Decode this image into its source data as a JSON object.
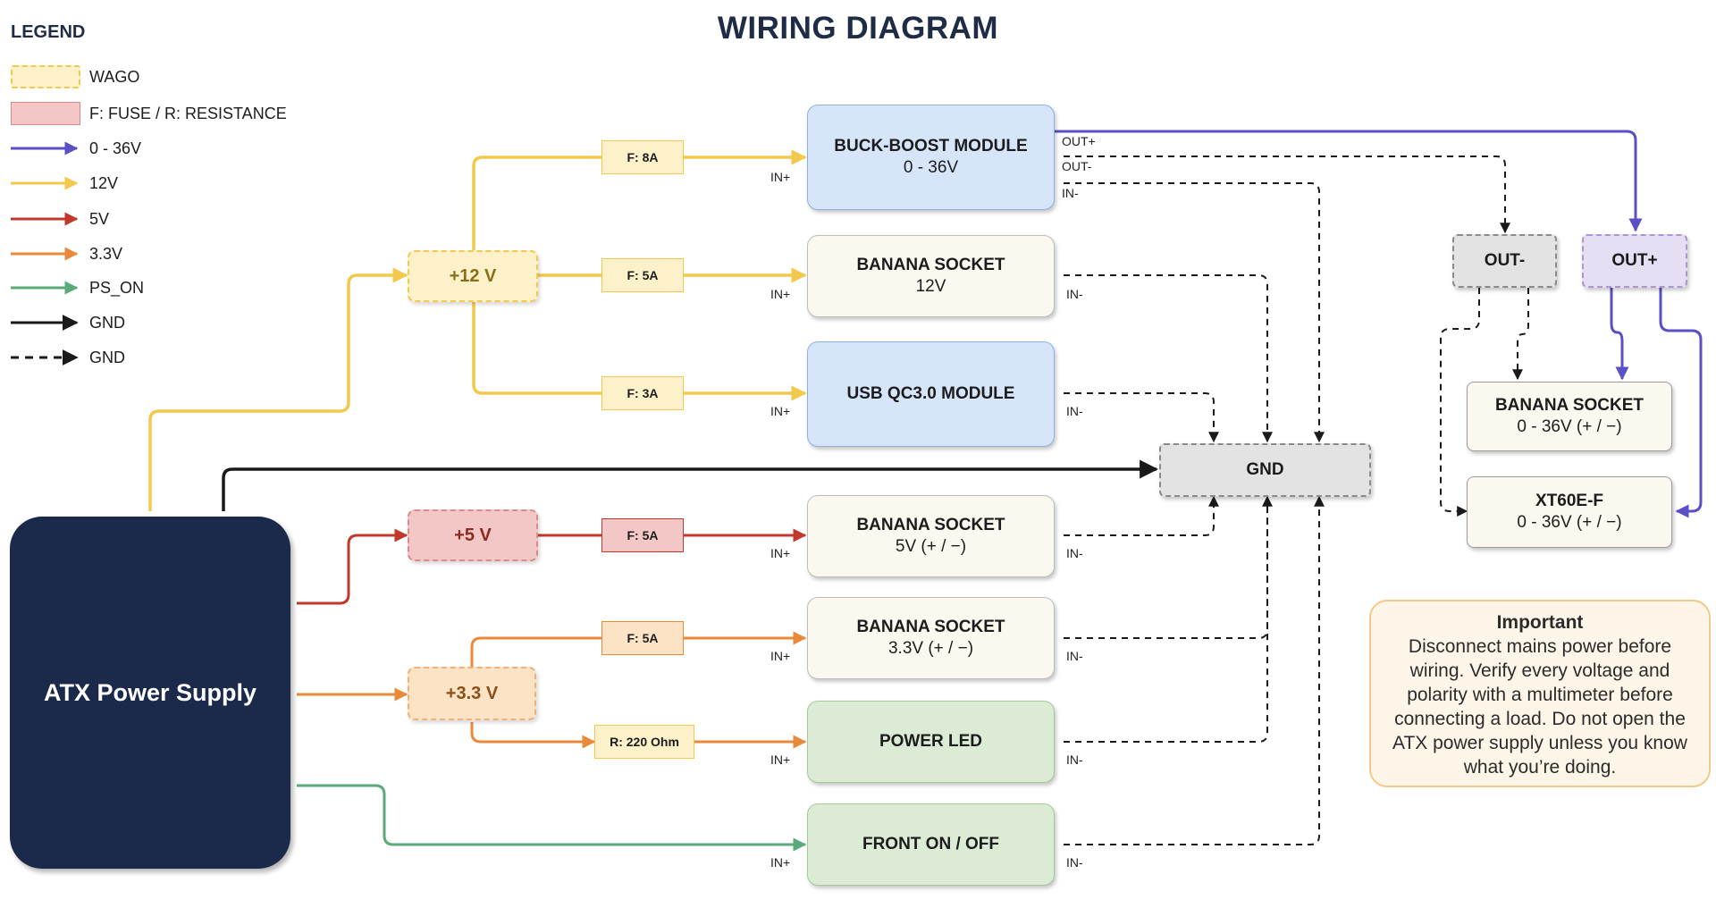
{
  "title": "WIRING DIAGRAM",
  "legend": {
    "title": "LEGEND",
    "wago": "WAGO",
    "fuse": "F: FUSE / R: RESISTANCE",
    "lines": [
      {
        "label": "0 - 36V",
        "color": "#5a4fc4",
        "dashed": false
      },
      {
        "label": "12V",
        "color": "#f2c94c",
        "dashed": false
      },
      {
        "label": "5V",
        "color": "#c0392b",
        "dashed": false
      },
      {
        "label": "3.3V",
        "color": "#e88a3a",
        "dashed": false
      },
      {
        "label": "PS_ON",
        "color": "#5aaa7a",
        "dashed": false
      },
      {
        "label": "GND",
        "color": "#1a1a1a",
        "dashed": false
      },
      {
        "label": "GND",
        "color": "#1a1a1a",
        "dashed": true
      }
    ]
  },
  "colors": {
    "v36": "#5a4fc4",
    "v12": "#f2c94c",
    "v5": "#c0392b",
    "v33": "#e88a3a",
    "pson": "#5aaa7a",
    "gnd": "#1a1a1a",
    "atx": "#1b2a4b"
  },
  "atx": "ATX Power Supply",
  "wago": {
    "v12": "+12 V",
    "v5": "+5 V",
    "v33": "+3.3 V"
  },
  "fuses": {
    "buck": "F: 8A",
    "banana12": "F: 5A",
    "usb": "F: 3A",
    "banana5": "F: 5A",
    "banana33": "F: 5A",
    "led": "R: 220 Ohm"
  },
  "modules": {
    "buck": {
      "l1": "BUCK-BOOST MODULE",
      "l2": "0 - 36V"
    },
    "banana12": {
      "l1": "BANANA SOCKET",
      "l2": "12V"
    },
    "usb": {
      "l1": "USB QC3.0 MODULE",
      "l2": ""
    },
    "banana5": {
      "l1": "BANANA SOCKET",
      "l2": "5V (+ / −)"
    },
    "banana33": {
      "l1": "BANANA SOCKET",
      "l2": "3.3V (+ / −)"
    },
    "led": {
      "l1": "POWER LED",
      "l2": ""
    },
    "front": {
      "l1": "FRONT ON / OFF",
      "l2": ""
    },
    "gnd": {
      "l1": "GND"
    },
    "out_minus": {
      "l1": "OUT-"
    },
    "out_plus": {
      "l1": "OUT+"
    },
    "banana36": {
      "l1": "BANANA SOCKET",
      "l2": "0 - 36V (+ / −)"
    },
    "xt60": {
      "l1": "XT60E-F",
      "l2": "0 - 36V (+ / −)"
    }
  },
  "pins": {
    "in_plus": "IN+",
    "in_minus": "IN-",
    "out_plus": "OUT+",
    "out_minus": "OUT-"
  },
  "important": {
    "heading": "Important",
    "body": "Disconnect mains power before wiring. Verify every voltage and polarity with a multimeter before connecting a load. Do not open the ATX power supply unless you know what you’re doing."
  }
}
